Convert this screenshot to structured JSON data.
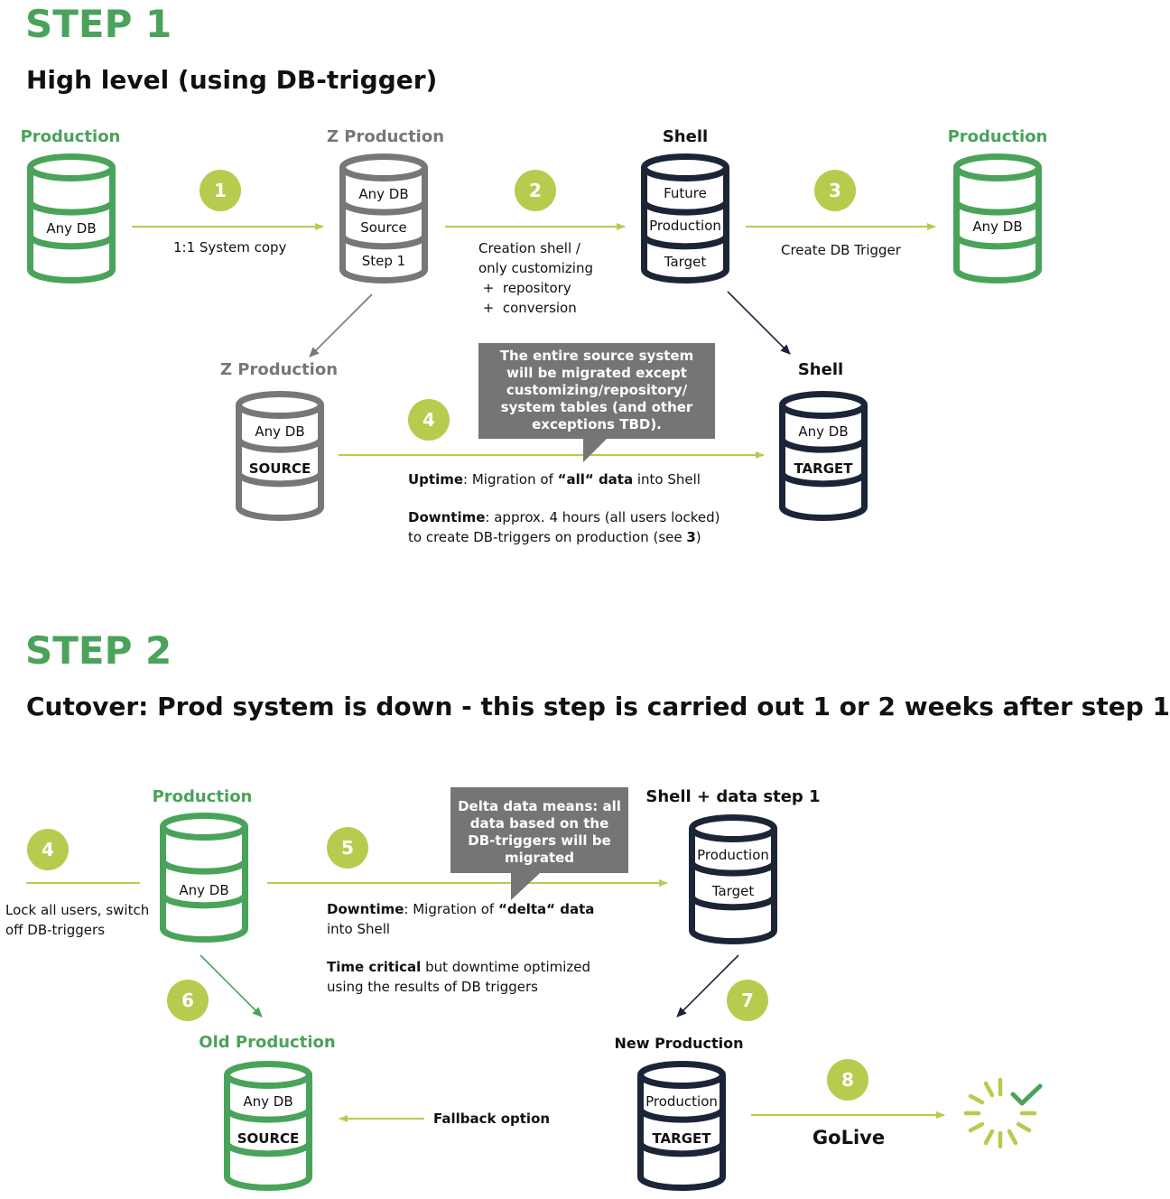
{
  "colors": {
    "green": "#4aa35a",
    "gray": "#777777",
    "navy": "#1c2538",
    "lime": "#b6cc4f",
    "callout_bg": "#757575"
  },
  "step1": {
    "title": "STEP 1",
    "subtitle": "High level (using DB-trigger)",
    "nodes": {
      "production_left": {
        "label": "Production",
        "segments": [
          "",
          "Any DB",
          ""
        ]
      },
      "z_production_top": {
        "label": "Z Production",
        "segments": [
          "Any DB",
          "Source",
          "Step 1"
        ]
      },
      "shell_top": {
        "label": "Shell",
        "segments": [
          "Future",
          "Production",
          "Target"
        ]
      },
      "production_right": {
        "label": "Production",
        "segments": [
          "",
          "Any DB",
          ""
        ]
      },
      "z_production_source": {
        "label": "Z Production",
        "segments": [
          "Any DB",
          "SOURCE",
          ""
        ]
      },
      "shell_target": {
        "label": "Shell",
        "segments": [
          "Any DB",
          "TARGET",
          ""
        ]
      }
    },
    "badges": [
      "1",
      "2",
      "3",
      "4"
    ],
    "edge_labels": {
      "e1": "1:1 System copy",
      "e2": [
        "Creation shell /",
        "only customizing",
        " +  repository",
        " +  conversion"
      ],
      "e3": "Create DB Trigger"
    },
    "callout": "The entire source system will be migrated except customizing/repository/ system tables (and other exceptions TBD).",
    "uptime": {
      "bold": "Uptime",
      "text1": ": Migration of ",
      "bold2": "“all“ data",
      "text2": " into Shell"
    },
    "downtime": {
      "bold": "Downtime",
      "text1": ": approx. 4 hours (all users locked)",
      "line2": "to create DB-triggers on production (see ",
      "bold2": "3",
      "end": ")"
    }
  },
  "step2": {
    "title": "STEP 2",
    "subtitle": "Cutover: Prod system is down - this step is carried out 1 or 2 weeks after step 1",
    "nodes": {
      "production": {
        "label": "Production",
        "segments": [
          "",
          "Any DB",
          ""
        ]
      },
      "shell_data": {
        "label": "Shell + data step 1",
        "segments": [
          "Production",
          "Target",
          ""
        ]
      },
      "old_production": {
        "label": "Old Production",
        "segments": [
          "Any DB",
          "SOURCE",
          ""
        ]
      },
      "new_production": {
        "label": "New Production",
        "segments": [
          "Production",
          "TARGET",
          ""
        ]
      }
    },
    "badges": [
      "4",
      "5",
      "6",
      "7",
      "8"
    ],
    "lock_text": [
      "Lock all users, switch",
      "off DB-triggers"
    ],
    "callout": "Delta data means: all data based on the DB-triggers will be migrated",
    "downtime": {
      "bold": "Downtime",
      "text1": ": Migration of ",
      "bold2": "“delta“ data",
      "line2": "into Shell"
    },
    "time_critical": {
      "bold": "Time critical",
      "text1": " but downtime optimized",
      "line2": "using the results of DB triggers"
    },
    "fallback": "Fallback option",
    "golive": "GoLive",
    "golive_icon": "loading-check-icon"
  }
}
